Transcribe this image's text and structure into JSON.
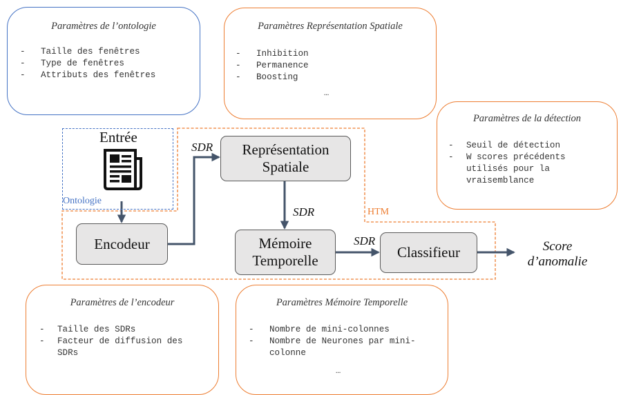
{
  "panels": {
    "ontologie": {
      "title": "Paramètres de l’ontologie",
      "items": [
        "Taille des fenêtres",
        "Type de fenêtres",
        "Attributs des fenêtres"
      ]
    },
    "spatiale": {
      "title": "Paramètres Représentation Spatiale",
      "items": [
        "Inhibition",
        "Permanence",
        "Boosting"
      ],
      "ellipsis": "…"
    },
    "detection": {
      "title": "Paramètres de la détection",
      "items": [
        "Seuil de détection",
        "W scores précédents utilisés pour la vraisemblance"
      ]
    },
    "encodeur": {
      "title": "Paramètres de l’encodeur",
      "items": [
        "Taille des SDRs",
        "Facteur de diffusion des SDRs"
      ]
    },
    "temporelle": {
      "title": "Paramètres Mémoire Temporelle",
      "items": [
        "Nombre de mini-colonnes",
        "Nombre de Neurones par mini-colonne"
      ],
      "ellipsis": "…"
    }
  },
  "diagram": {
    "input_label": "Entrée",
    "ontology_label": "Ontologie",
    "htm_label": "HTM",
    "sdr_label": "SDR",
    "nodes": {
      "encodeur": "Encodeur",
      "spatiale": "Représentation Spatiale",
      "temporelle": "Mémoire Temporelle",
      "classifieur": "Classifieur"
    },
    "output": "Score d’anomalie"
  },
  "colors": {
    "orange": "#ed7d31",
    "blue": "#4472c4",
    "node_fill": "#e7e6e6",
    "arrow": "#44546a"
  },
  "icons": {
    "input": "newspaper-icon"
  }
}
